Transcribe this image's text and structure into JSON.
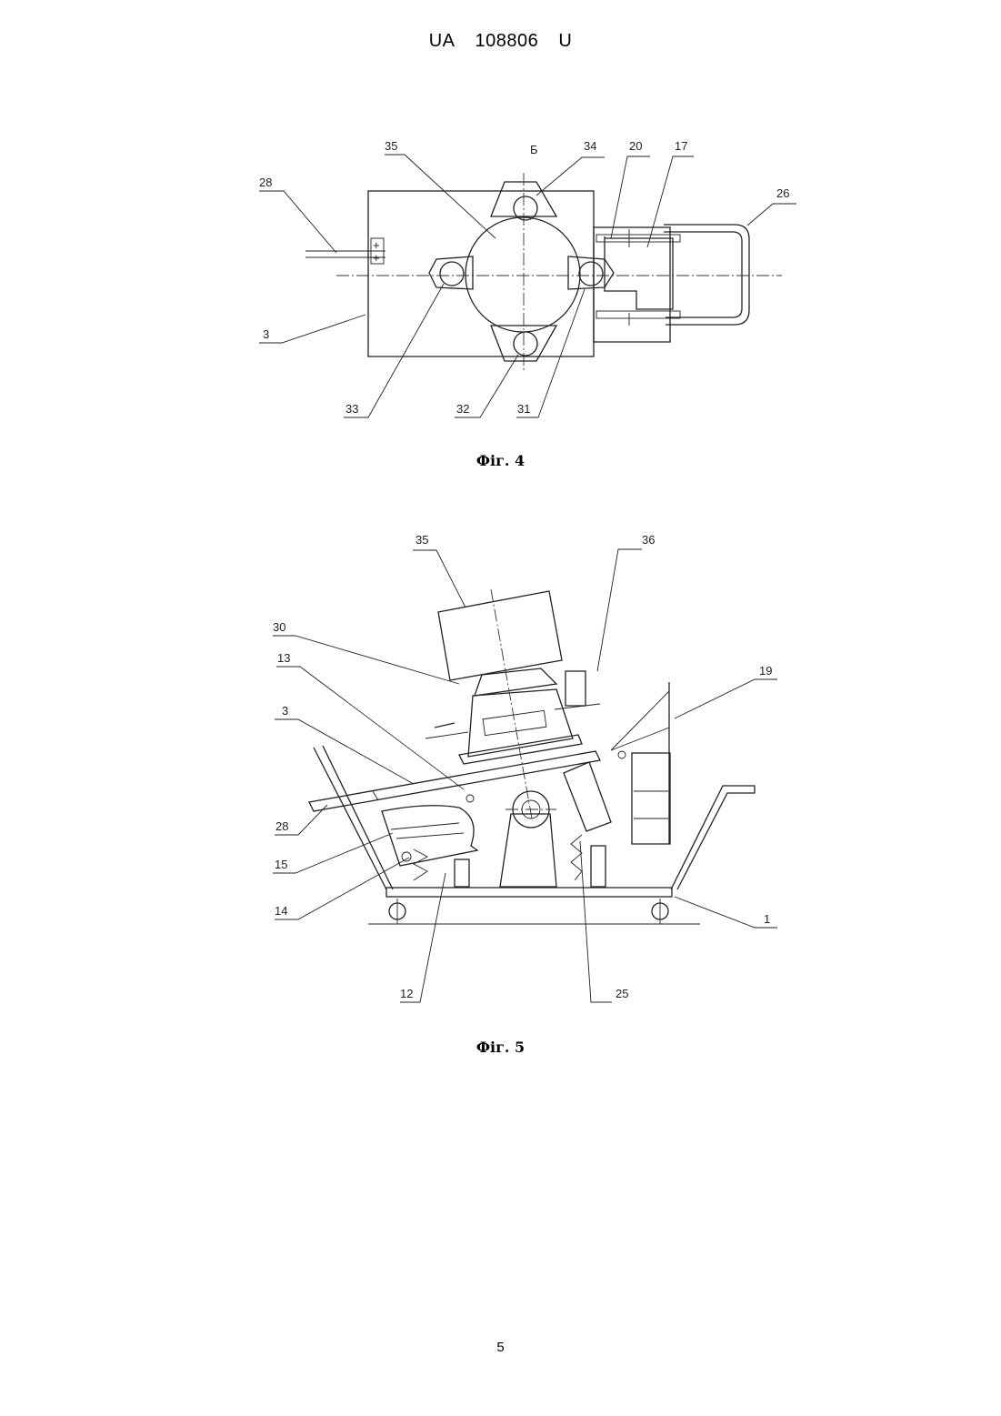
{
  "header": {
    "office": "UA",
    "number": "108806",
    "kind": "U"
  },
  "fig4": {
    "caption": "Фіг. 4",
    "section_mark": "Б",
    "labels": [
      "28",
      "35",
      "34",
      "20",
      "17",
      "26",
      "3",
      "33",
      "32",
      "31"
    ],
    "plus_signs": [
      "+",
      "+"
    ]
  },
  "fig5": {
    "caption": "Фіг. 5",
    "labels": [
      "35",
      "36",
      "30",
      "13",
      "3",
      "19",
      "28",
      "15",
      "14",
      "12",
      "25",
      "1"
    ]
  },
  "page_number": "5"
}
